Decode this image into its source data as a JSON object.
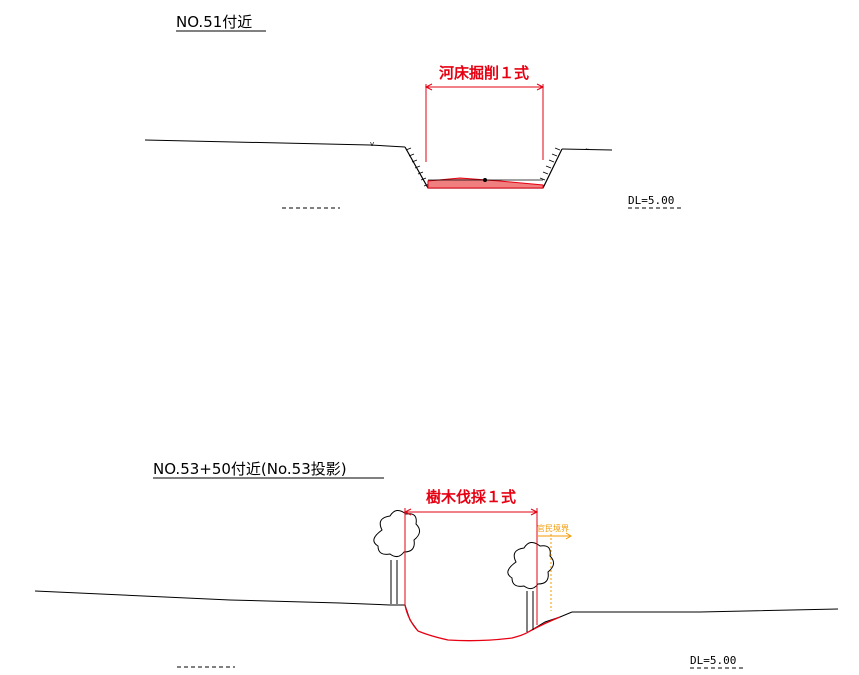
{
  "section1": {
    "title": "NO.51付近",
    "work_label": "河床掘削１式",
    "datum": "DL=5.00"
  },
  "section2": {
    "title": "NO.53+50付近(No.53投影)",
    "work_label": "樹木伐採１式",
    "boundary_label": "官民境界",
    "datum": "DL=5.00"
  },
  "colors": {
    "line": "#000000",
    "work": "#e60012",
    "excavation_fill": "#f08080",
    "boundary": "#f39800"
  }
}
